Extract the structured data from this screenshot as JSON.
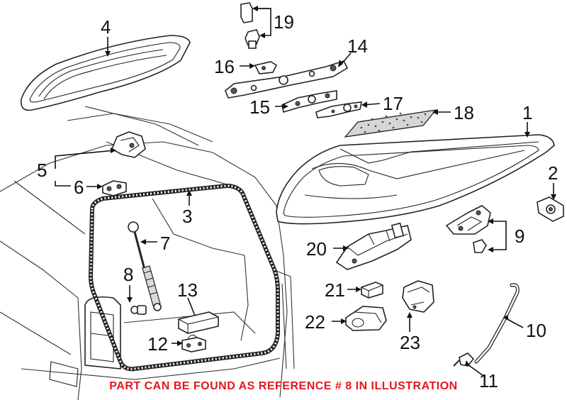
{
  "callouts": {
    "c1": "1",
    "c2": "2",
    "c3": "3",
    "c4": "4",
    "c5": "5",
    "c6": "6",
    "c7": "7",
    "c8": "8",
    "c9": "9",
    "c10": "10",
    "c11": "11",
    "c12": "12",
    "c13": "13",
    "c14": "14",
    "c15": "15",
    "c16": "16",
    "c17": "17",
    "c18": "18",
    "c19": "19",
    "c20": "20",
    "c21": "21",
    "c22": "22",
    "c23": "23"
  },
  "footer": {
    "note": "PART CAN BE FOUND AS REFERENCE # 8 IN ILLUSTRATION",
    "color": "#e4161b"
  }
}
